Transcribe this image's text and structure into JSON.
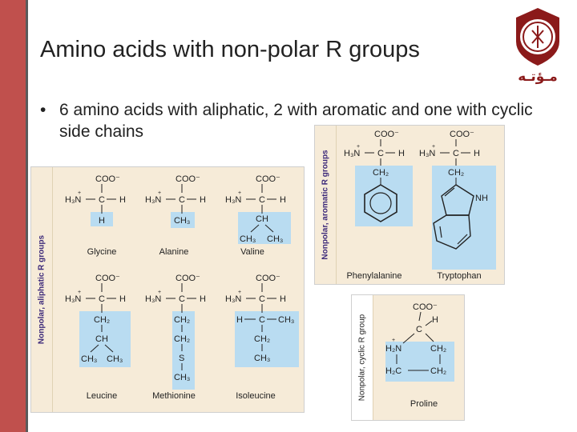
{
  "slide": {
    "title": "Amino acids with non-polar R groups",
    "bullet": "6 amino acids with aliphatic, 2 with aromatic and one with cyclic side chains",
    "logo_text": "مـؤتـه"
  },
  "panels": {
    "aliphatic": {
      "label": "Nonpolar, aliphatic R groups",
      "amino_acids": [
        "Glycine",
        "Alanine",
        "Valine",
        "Leucine",
        "Methionine",
        "Isoleucine"
      ]
    },
    "aromatic": {
      "label": "Nonpolar, aromatic R groups",
      "amino_acids": [
        "Phenylalanine",
        "Tryptophan"
      ]
    },
    "cyclic": {
      "label": "Nonpolar, cyclic R group",
      "amino_acids": [
        "Proline"
      ]
    }
  },
  "chem": {
    "coo": "COO⁻",
    "h3n": "H₃N",
    "plus": "+",
    "c": "C",
    "h": "H",
    "ch": "CH",
    "ch2": "CH₂",
    "ch3": "CH₃",
    "s": "S",
    "nh": "NH",
    "h2n": "H₂N",
    "h2c": "H₂C"
  },
  "colors": {
    "accent_red": "#c0504d",
    "panel_bg": "#f6ebd8",
    "highlight": "#b9dcf1",
    "label_purple": "#3d2a7a"
  }
}
